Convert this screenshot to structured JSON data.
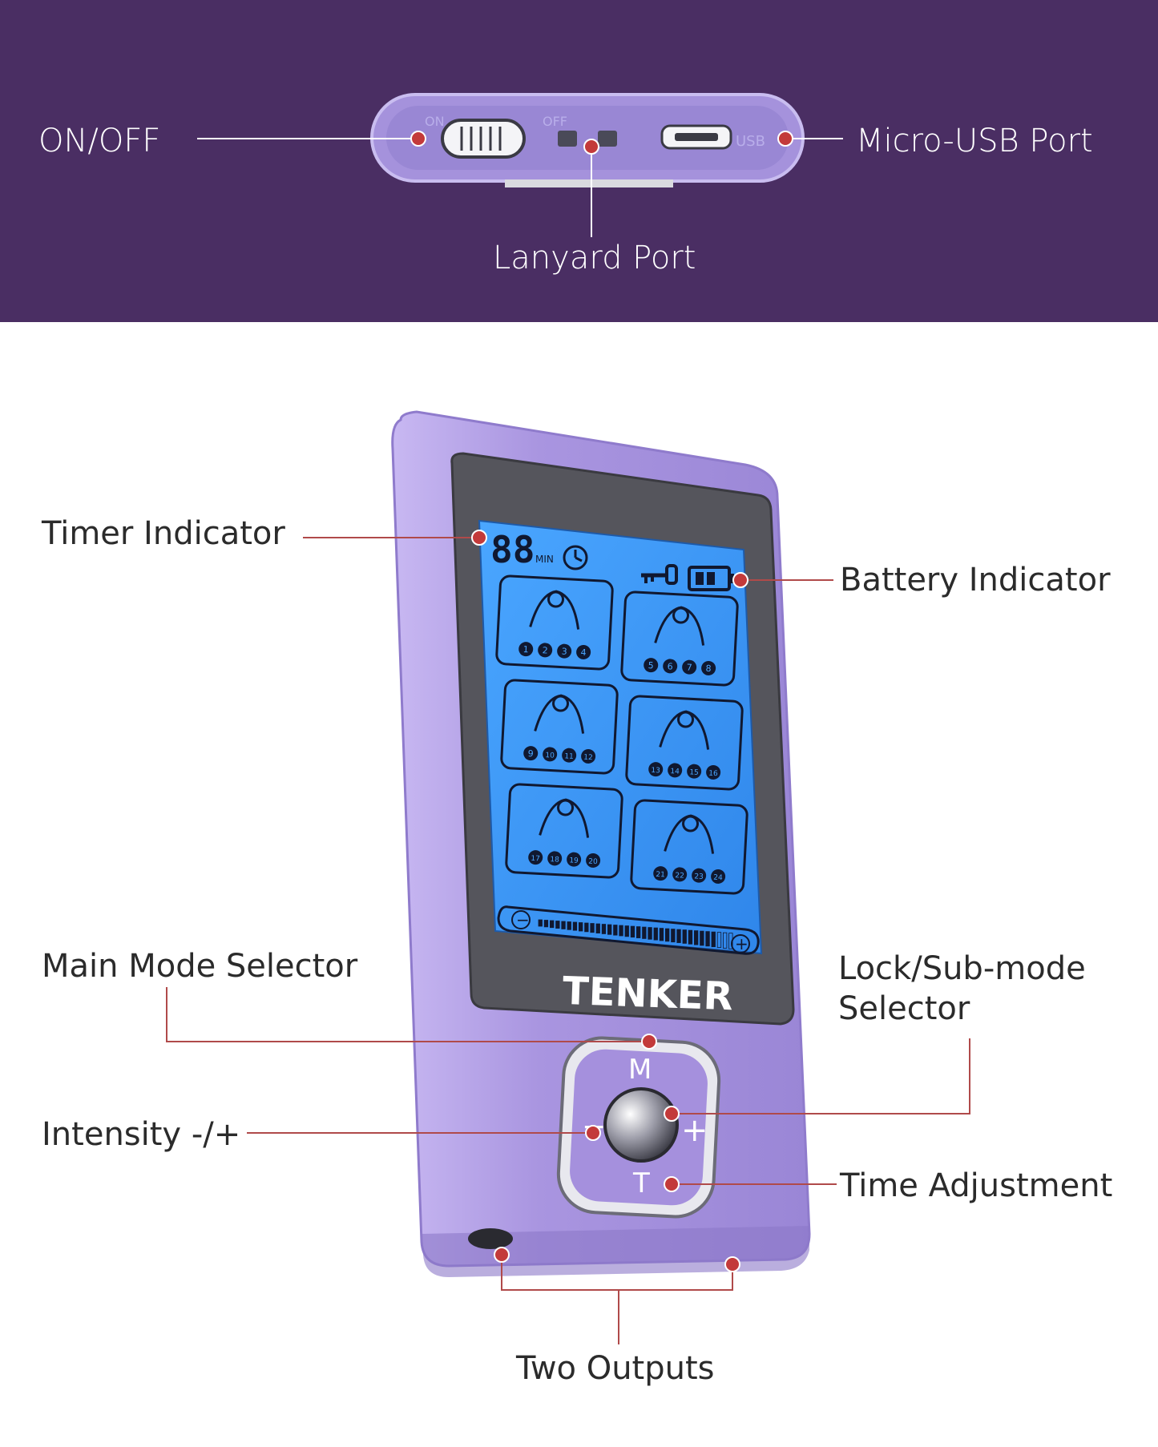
{
  "top_labels": {
    "on_off": "ON/OFF",
    "micro_usb": "Micro-USB Port",
    "lanyard": "Lanyard Port"
  },
  "top_device": {
    "on_text": "ON",
    "off_text": "OFF",
    "usb_text": "USB"
  },
  "labels": {
    "timer": "Timer Indicator",
    "battery": "Battery Indicator",
    "main_mode": "Main Mode Selector",
    "lock_sub": "Lock/Sub-mode Selector",
    "intensity": "Intensity -/+",
    "time_adj": "Time Adjustment",
    "outputs": "Two Outputs"
  },
  "device": {
    "brand": "TENKER",
    "timer_digits": "88",
    "timer_unit": "MIN",
    "button_m": "M",
    "button_t": "T",
    "button_minus": "−",
    "button_plus": "+",
    "intensity_minus": "−",
    "intensity_plus": "+",
    "intensity_level": 0.92,
    "mode_tiles": [
      {
        "icon": "neck-shoulder-icon",
        "numbers": [
          "1",
          "2",
          "3",
          "4"
        ]
      },
      {
        "icon": "hand-knead-icon",
        "numbers": [
          "5",
          "6",
          "7",
          "8"
        ]
      },
      {
        "icon": "hands-tap-icon",
        "numbers": [
          "9",
          "10",
          "11",
          "12"
        ]
      },
      {
        "icon": "hot-stone-icon",
        "numbers": [
          "13",
          "14",
          "15",
          "16"
        ]
      },
      {
        "icon": "hand-press-icon",
        "numbers": [
          "17",
          "18",
          "19",
          "20"
        ]
      },
      {
        "icon": "exercise-person-icon",
        "numbers": [
          "21",
          "22",
          "23",
          "24"
        ]
      }
    ]
  },
  "colors": {
    "banner": "#4a2e63",
    "device_body": "#a590dd",
    "lcd": "#3f9cf5",
    "marker_dot": "#c33a3a"
  }
}
